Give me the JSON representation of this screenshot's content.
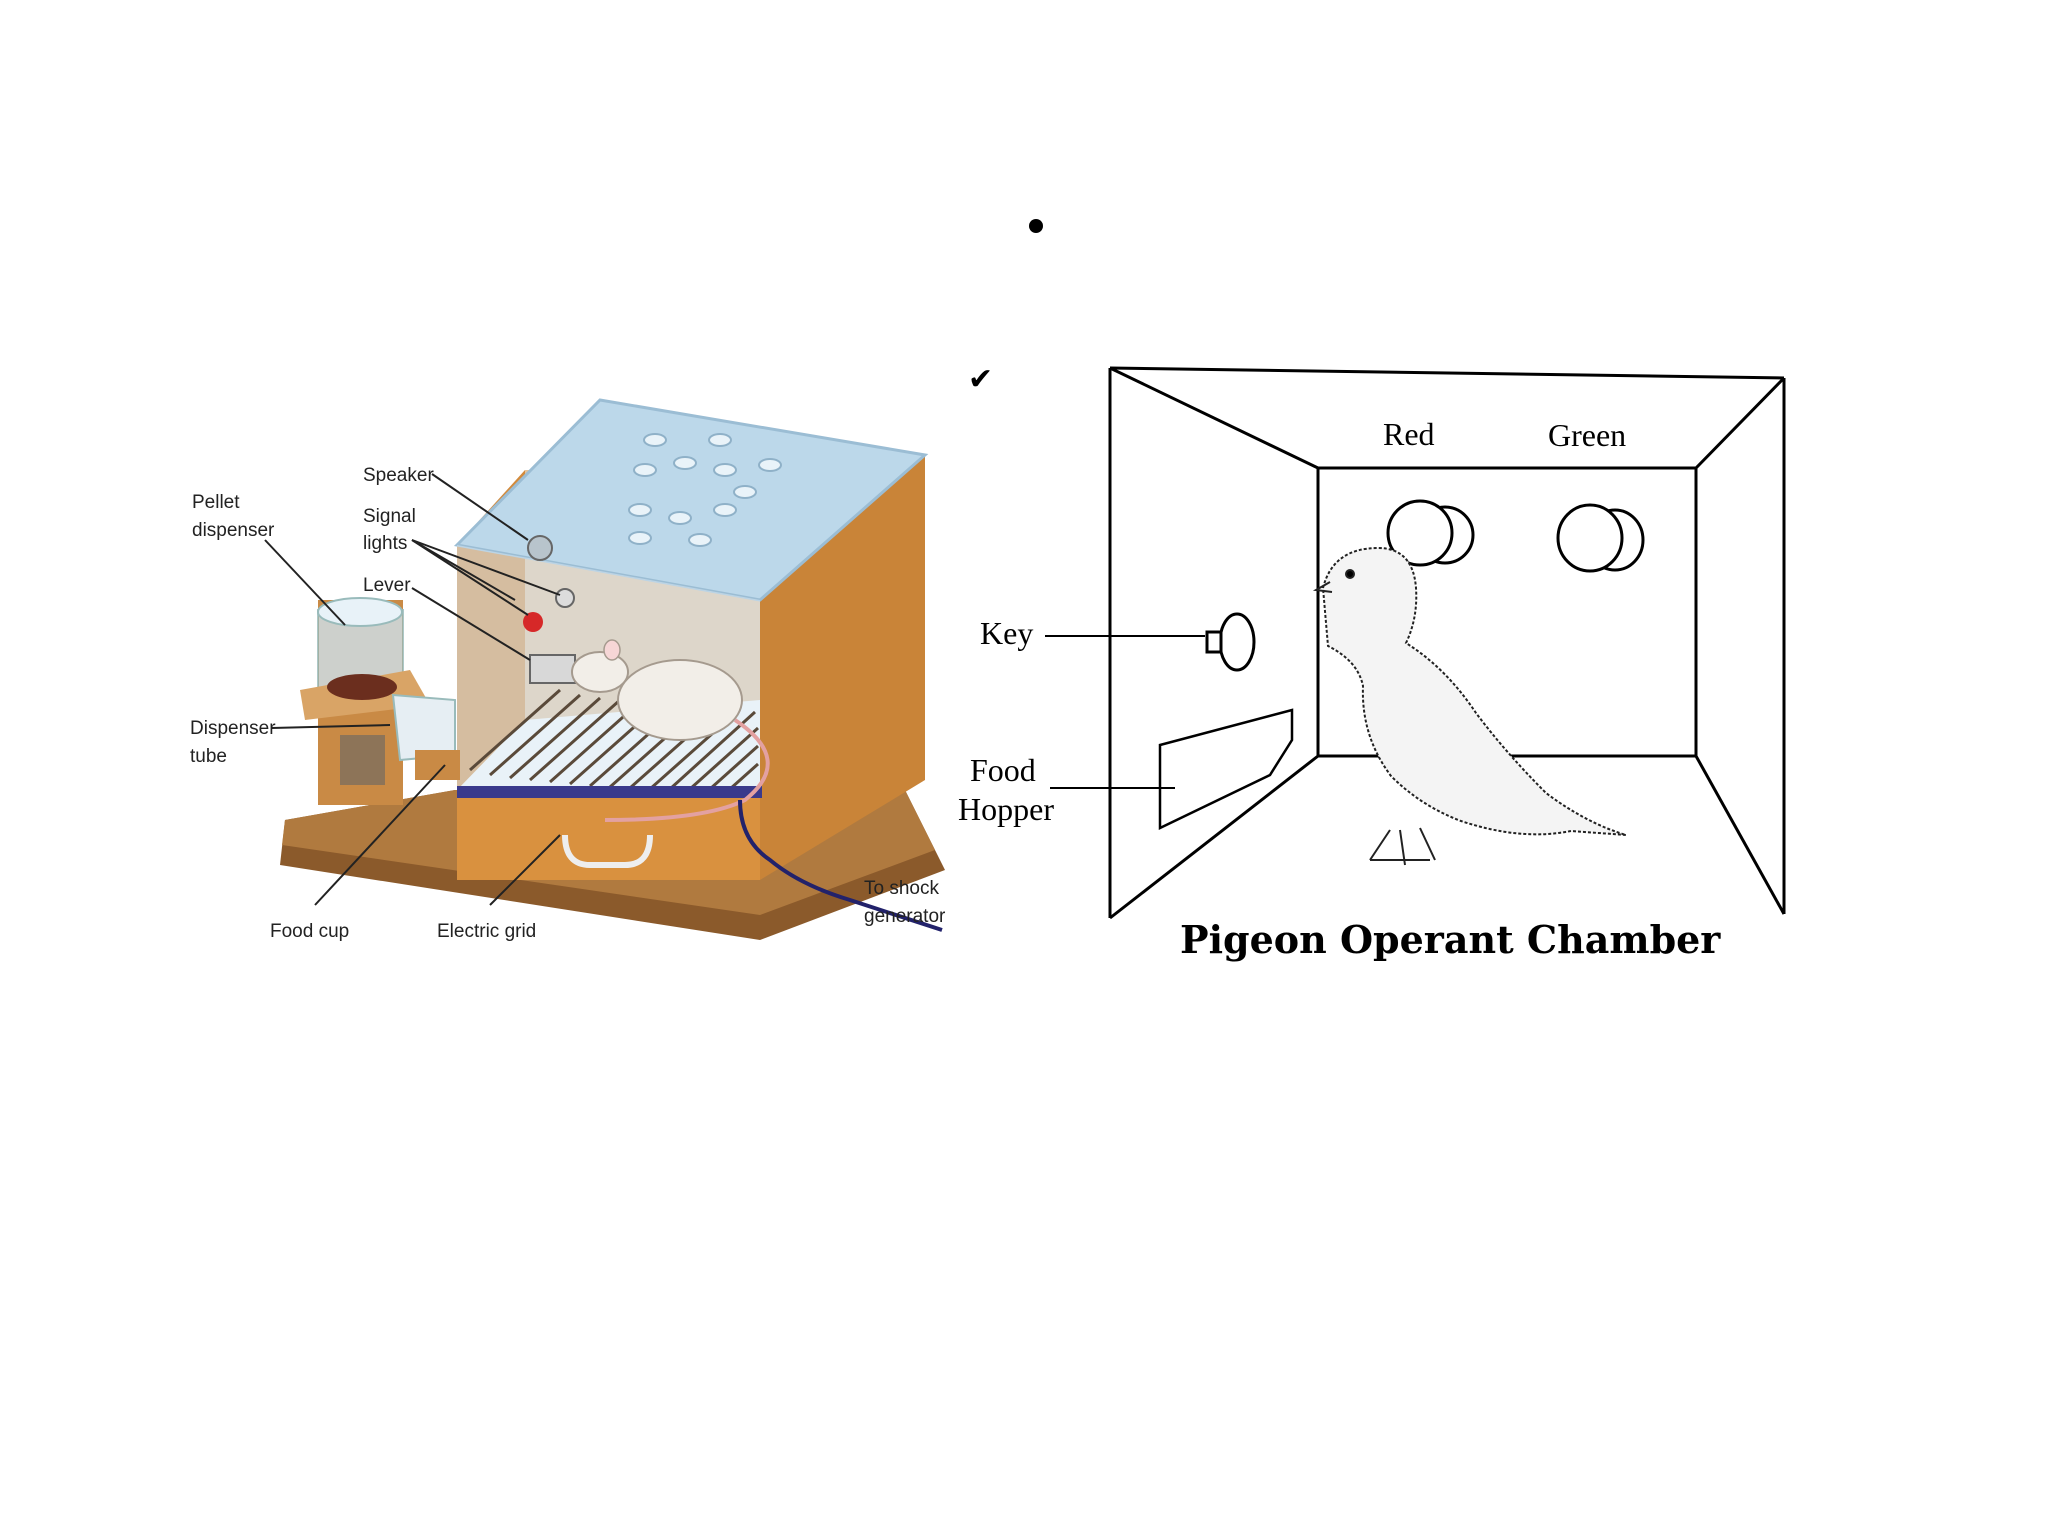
{
  "slide": {
    "bullet_glyph": "•",
    "check_glyph": "✔"
  },
  "skinner_box": {
    "labels": {
      "speaker": "Speaker",
      "signal_lights_line1": "Signal",
      "signal_lights_line2": "lights",
      "lever": "Lever",
      "pellet_dispenser_line1": "Pellet",
      "pellet_dispenser_line2": "dispenser",
      "dispenser_tube_line1": "Dispenser",
      "dispenser_tube_line2": "tube",
      "food_cup": "Food cup",
      "electric_grid": "Electric grid",
      "shock_line1": "To shock",
      "shock_line2": "generator"
    },
    "colors": {
      "wood": "#d28a3c",
      "wood_dark": "#a8662a",
      "base": "#8b5a2b",
      "glass": "#bcd8ea",
      "signal_light_red": "#d62828",
      "grid_bar": "#3a3a8c"
    }
  },
  "pigeon_chamber": {
    "labels": {
      "red_key": "Red",
      "green_key": "Green",
      "key": "Key",
      "food_hopper_line1": "Food",
      "food_hopper_line2": "Hopper"
    },
    "title": "Pigeon Operant Chamber"
  }
}
